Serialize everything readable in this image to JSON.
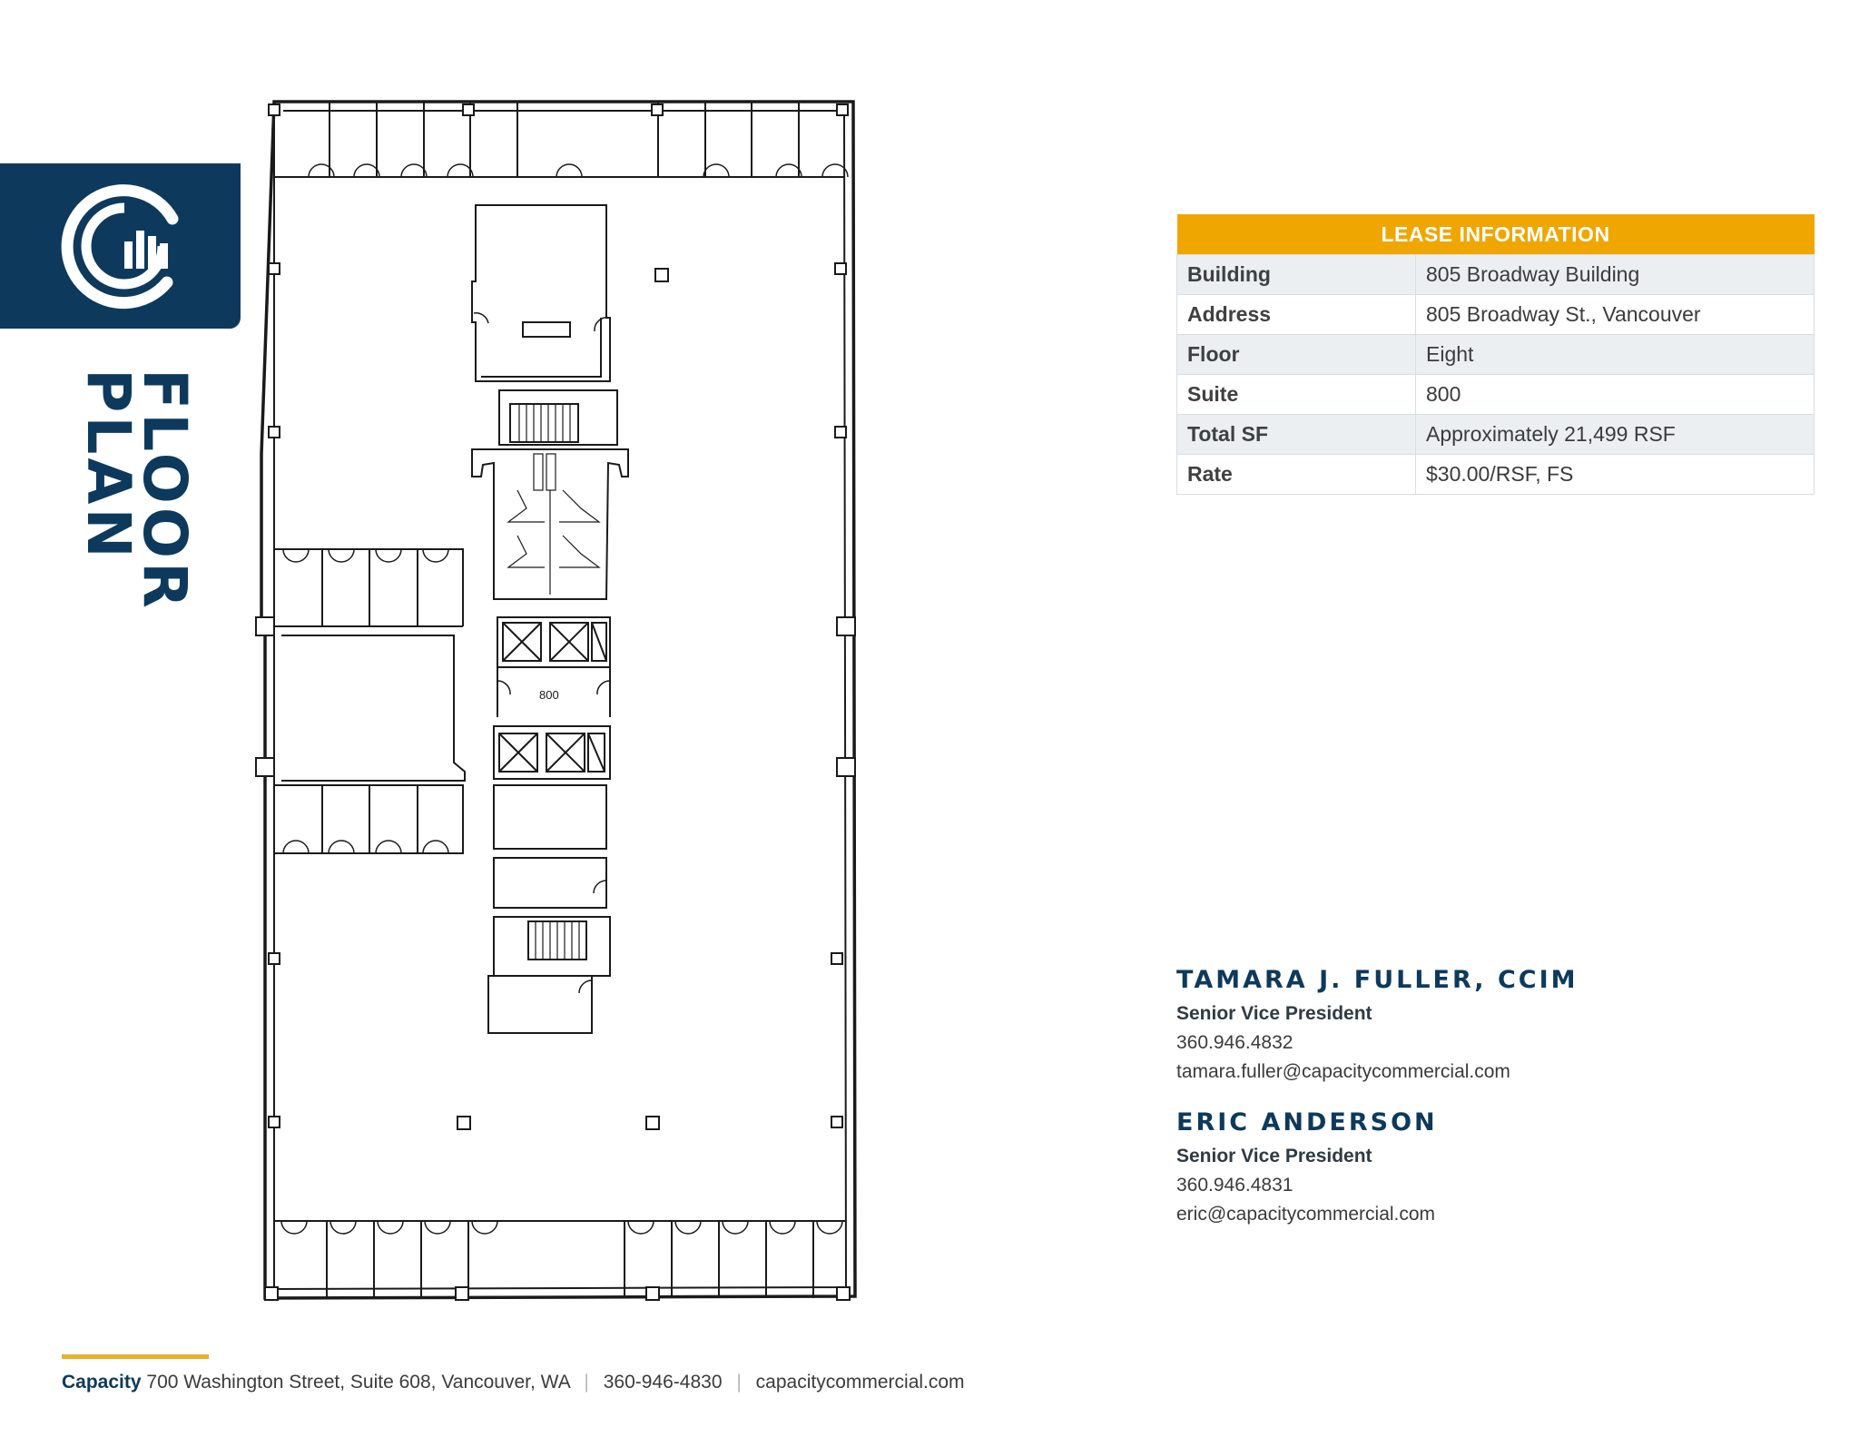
{
  "title": {
    "line1": "FLOOR",
    "line2": "PLAN"
  },
  "floor_plan": {
    "suite_label": "800"
  },
  "lease": {
    "heading": "LEASE INFORMATION",
    "rows": [
      {
        "label": "Building",
        "value": "805 Broadway Building"
      },
      {
        "label": "Address",
        "value": "805 Broadway St., Vancouver"
      },
      {
        "label": "Floor",
        "value": "Eight"
      },
      {
        "label": "Suite",
        "value": "800"
      },
      {
        "label": "Total SF",
        "value": "Approximately 21,499 RSF"
      },
      {
        "label": "Rate",
        "value": "$30.00/RSF, FS"
      }
    ]
  },
  "contacts": [
    {
      "name": "TAMARA J. FULLER, CCIM",
      "role": "Senior Vice President",
      "phone": "360.946.4832",
      "email": "tamara.fuller@capacitycommercial.com"
    },
    {
      "name": "ERIC ANDERSON",
      "role": "Senior Vice President",
      "phone": "360.946.4831",
      "email": "eric@capacitycommercial.com"
    }
  ],
  "footer": {
    "brand": "Capacity",
    "address": "700 Washington Street, Suite 608, Vancouver, WA",
    "phone": "360-946-4830",
    "website": "capacitycommercial.com"
  },
  "colors": {
    "navy": "#0d3a5c",
    "gold": "#f0a600",
    "footer_line": "#e7b22a"
  }
}
